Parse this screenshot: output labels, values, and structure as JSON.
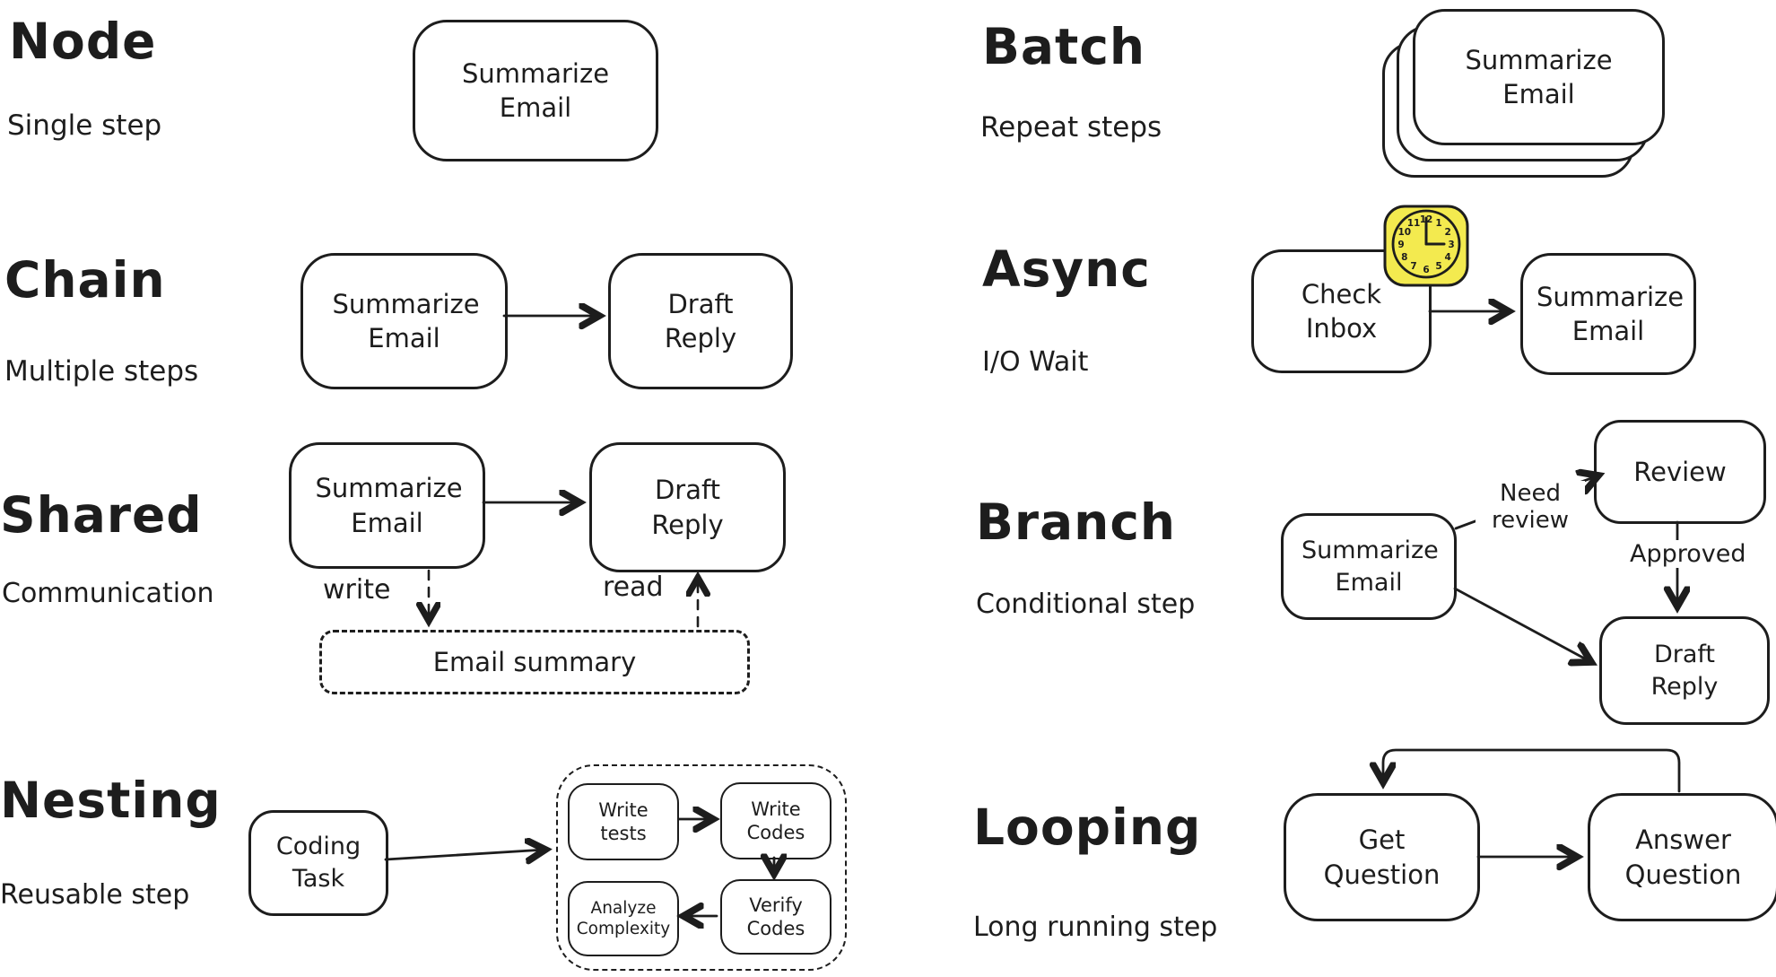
{
  "palette": {
    "ink": "#1d1d1d",
    "paper": "#ffffff",
    "clock_yellow": "#f3ea4f"
  },
  "sections": {
    "node": {
      "title": "Node",
      "subtitle": "Single step",
      "steps": {
        "summarize": "Summarize Email"
      }
    },
    "chain": {
      "title": "Chain",
      "subtitle": "Multiple steps",
      "steps": {
        "summarize": "Summarize Email",
        "draft": "Draft Reply"
      }
    },
    "shared": {
      "title": "Shared",
      "subtitle": "Communication",
      "steps": {
        "summarize": "Summarize Email",
        "draft": "Draft Reply"
      },
      "edges": {
        "write": "write",
        "read": "read"
      },
      "store": "Email summary"
    },
    "nesting": {
      "title": "Nesting",
      "subtitle": "Reusable step",
      "steps": {
        "coding": "Coding Task",
        "write_tests": "Write tests",
        "write_codes": "Write Codes",
        "analyze": "Analyze Complexity",
        "verify": "Verify Codes"
      }
    },
    "batch": {
      "title": "Batch",
      "subtitle": "Repeat steps",
      "steps": {
        "summarize": "Summarize Email"
      }
    },
    "async": {
      "title": "Async",
      "subtitle": "I/O Wait",
      "steps": {
        "check": "Check Inbox",
        "summarize": "Summarize Email"
      },
      "clock": {
        "icon": "clock",
        "numerals": [
          "12",
          "1",
          "2",
          "3",
          "4",
          "5",
          "6",
          "7",
          "8",
          "9",
          "10",
          "11"
        ]
      }
    },
    "branch": {
      "title": "Branch",
      "subtitle": "Conditional step",
      "steps": {
        "summarize": "Summarize Email",
        "review": "Review",
        "draft": "Draft Reply"
      },
      "edges": {
        "need_review": "Need review",
        "approved": "Approved"
      }
    },
    "looping": {
      "title": "Looping",
      "subtitle": "Long running step",
      "steps": {
        "get": "Get Question",
        "answer": "Answer Question"
      }
    }
  }
}
